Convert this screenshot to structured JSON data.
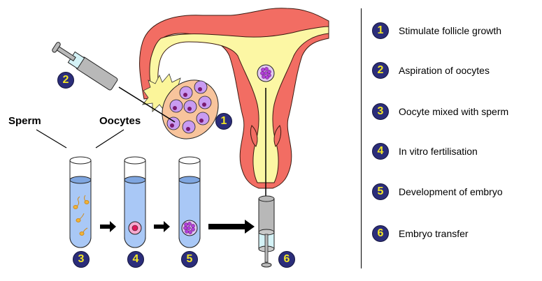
{
  "diagram": {
    "title": "IVF process",
    "labels": {
      "sperm": "Sperm",
      "oocytes": "Oocytes"
    },
    "step_badges": [
      "1",
      "2",
      "3",
      "4",
      "5",
      "6"
    ],
    "colors": {
      "uterus_wall": "#f26d63",
      "uterus_lining": "#fcf7a4",
      "ovary": "#f8c49c",
      "follicle": "#c99cf2",
      "nucleus": "#7a1a6f",
      "tube_liquid": "#a9c8f6",
      "syringe_body": "#b8b8b8",
      "badge_fill": "#2b2d7a",
      "badge_text": "#f2e626",
      "sperm": "#f0b43a",
      "zygote": "#f07ab0",
      "embryo": "#b13ed8"
    }
  },
  "legend": {
    "items": [
      {
        "number": "1",
        "text": "Stimulate follicle growth"
      },
      {
        "number": "2",
        "text": "Aspiration of oocytes"
      },
      {
        "number": "3",
        "text": "Oocyte mixed with sperm"
      },
      {
        "number": "4",
        "text": "In vitro fertilisation"
      },
      {
        "number": "5",
        "text": "Development of embryo"
      },
      {
        "number": "6",
        "text": "Embryo transfer"
      }
    ]
  }
}
